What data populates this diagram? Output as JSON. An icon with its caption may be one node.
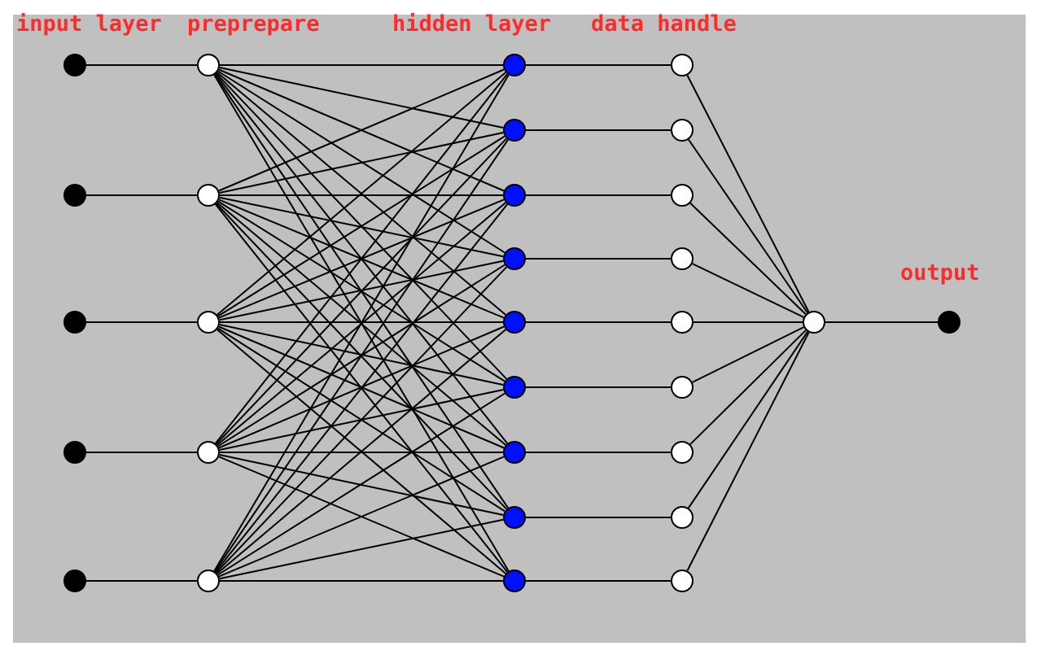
{
  "diagram": {
    "nodes": [
      {
        "text": [],
        "shape": "circle"
      },
      {
        "text": [],
        "shape": "circle"
      },
      {
        "text": [],
        "shape": "circle"
      },
      {
        "text": [],
        "shape": "circle"
      },
      {
        "text": [],
        "shape": "circle"
      },
      {
        "text": [],
        "shape": "circle"
      },
      {
        "text": [],
        "shape": "circle"
      },
      {
        "text": [],
        "shape": "circle"
      },
      {
        "text": [],
        "shape": "circle"
      },
      {
        "text": [],
        "shape": "circle"
      },
      {
        "text": [],
        "shape": "circle"
      },
      {
        "text": [],
        "shape": "circle"
      },
      {
        "text": [],
        "shape": "circle"
      },
      {
        "text": [],
        "shape": "circle"
      },
      {
        "text": [],
        "shape": "circle"
      },
      {
        "text": [],
        "shape": "circle"
      },
      {
        "text": [],
        "shape": "circle"
      },
      {
        "text": [],
        "shape": "circle"
      },
      {
        "text": [],
        "shape": "circle"
      },
      {
        "text": [],
        "shape": "circle"
      },
      {
        "text": [],
        "shape": "circle"
      },
      {
        "text": [],
        "shape": "circle"
      },
      {
        "text": [],
        "shape": "circle"
      },
      {
        "text": [],
        "shape": "circle"
      },
      {
        "text": [],
        "shape": "circle"
      },
      {
        "text": [],
        "shape": "circle"
      },
      {
        "text": [],
        "shape": "circle"
      },
      {
        "text": [],
        "shape": "circle"
      },
      {
        "text": [],
        "shape": "circle"
      },
      {
        "text": [],
        "shape": "circle"
      }
    ],
    "edges": [
      {
        "from": 0,
        "to": 5,
        "arrow": "none"
      },
      {
        "from": 1,
        "to": 6,
        "arrow": "none"
      },
      {
        "from": 2,
        "to": 7,
        "arrow": "none"
      },
      {
        "from": 3,
        "to": 8,
        "arrow": "none"
      },
      {
        "from": 4,
        "to": 9,
        "arrow": "none"
      },
      {
        "from": 5,
        "to": 10,
        "arrow": "none"
      },
      {
        "from": 5,
        "to": 11,
        "arrow": "none"
      },
      {
        "from": 5,
        "to": 12,
        "arrow": "none"
      },
      {
        "from": 5,
        "to": 13,
        "arrow": "none"
      },
      {
        "from": 5,
        "to": 14,
        "arrow": "none"
      },
      {
        "from": 5,
        "to": 15,
        "arrow": "none"
      },
      {
        "from": 5,
        "to": 16,
        "arrow": "none"
      },
      {
        "from": 5,
        "to": 17,
        "arrow": "none"
      },
      {
        "from": 5,
        "to": 18,
        "arrow": "none"
      },
      {
        "from": 6,
        "to": 10,
        "arrow": "none"
      },
      {
        "from": 6,
        "to": 11,
        "arrow": "none"
      },
      {
        "from": 6,
        "to": 12,
        "arrow": "none"
      },
      {
        "from": 6,
        "to": 13,
        "arrow": "none"
      },
      {
        "from": 6,
        "to": 14,
        "arrow": "none"
      },
      {
        "from": 6,
        "to": 15,
        "arrow": "none"
      },
      {
        "from": 6,
        "to": 16,
        "arrow": "none"
      },
      {
        "from": 6,
        "to": 17,
        "arrow": "none"
      },
      {
        "from": 6,
        "to": 18,
        "arrow": "none"
      },
      {
        "from": 7,
        "to": 10,
        "arrow": "none"
      },
      {
        "from": 7,
        "to": 11,
        "arrow": "none"
      },
      {
        "from": 7,
        "to": 12,
        "arrow": "none"
      },
      {
        "from": 7,
        "to": 13,
        "arrow": "none"
      },
      {
        "from": 7,
        "to": 14,
        "arrow": "none"
      },
      {
        "from": 7,
        "to": 15,
        "arrow": "none"
      },
      {
        "from": 7,
        "to": 16,
        "arrow": "none"
      },
      {
        "from": 7,
        "to": 17,
        "arrow": "none"
      },
      {
        "from": 7,
        "to": 18,
        "arrow": "none"
      },
      {
        "from": 8,
        "to": 10,
        "arrow": "none"
      },
      {
        "from": 8,
        "to": 11,
        "arrow": "none"
      },
      {
        "from": 8,
        "to": 12,
        "arrow": "none"
      },
      {
        "from": 8,
        "to": 13,
        "arrow": "none"
      },
      {
        "from": 8,
        "to": 14,
        "arrow": "none"
      },
      {
        "from": 8,
        "to": 15,
        "arrow": "none"
      },
      {
        "from": 8,
        "to": 16,
        "arrow": "none"
      },
      {
        "from": 8,
        "to": 17,
        "arrow": "none"
      },
      {
        "from": 8,
        "to": 18,
        "arrow": "none"
      },
      {
        "from": 9,
        "to": 10,
        "arrow": "none"
      },
      {
        "from": 9,
        "to": 11,
        "arrow": "none"
      },
      {
        "from": 9,
        "to": 12,
        "arrow": "none"
      },
      {
        "from": 9,
        "to": 13,
        "arrow": "none"
      },
      {
        "from": 9,
        "to": 14,
        "arrow": "none"
      },
      {
        "from": 9,
        "to": 15,
        "arrow": "none"
      },
      {
        "from": 9,
        "to": 16,
        "arrow": "none"
      },
      {
        "from": 9,
        "to": 17,
        "arrow": "none"
      },
      {
        "from": 9,
        "to": 18,
        "arrow": "none"
      },
      {
        "from": 10,
        "to": 19,
        "arrow": "none"
      },
      {
        "from": 11,
        "to": 20,
        "arrow": "none"
      },
      {
        "from": 12,
        "to": 21,
        "arrow": "none"
      },
      {
        "from": 13,
        "to": 22,
        "arrow": "none"
      },
      {
        "from": 14,
        "to": 23,
        "arrow": "none"
      },
      {
        "from": 15,
        "to": 24,
        "arrow": "none"
      },
      {
        "from": 16,
        "to": 25,
        "arrow": "none"
      },
      {
        "from": 17,
        "to": 26,
        "arrow": "none"
      },
      {
        "from": 18,
        "to": 27,
        "arrow": "none"
      },
      {
        "from": 19,
        "to": 28,
        "arrow": "none"
      },
      {
        "from": 20,
        "to": 28,
        "arrow": "none"
      },
      {
        "from": 21,
        "to": 28,
        "arrow": "none"
      },
      {
        "from": 22,
        "to": 28,
        "arrow": "none"
      },
      {
        "from": 23,
        "to": 28,
        "arrow": "none"
      },
      {
        "from": 24,
        "to": 28,
        "arrow": "none"
      },
      {
        "from": 25,
        "to": 28,
        "arrow": "none"
      },
      {
        "from": 26,
        "to": 28,
        "arrow": "none"
      },
      {
        "from": 27,
        "to": 28,
        "arrow": "none"
      },
      {
        "from": 28,
        "to": 29,
        "arrow": "none"
      }
    ],
    "labels": [
      "input layer",
      "preprepare",
      "hidden layer",
      "data handle",
      "output"
    ]
  }
}
